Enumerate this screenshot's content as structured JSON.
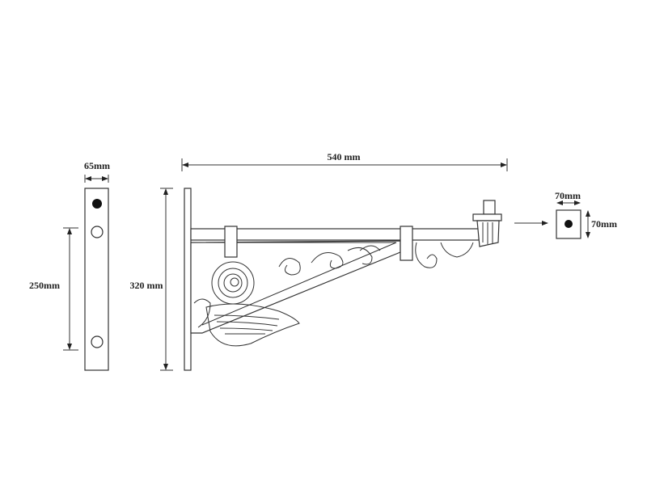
{
  "title": "Wall bracket dimension drawing",
  "dimensions": {
    "plate_width": "65mm",
    "hole_spacing": "250mm",
    "bracket_height": "320 mm",
    "bracket_length": "540 mm",
    "fitting_width": "70mm",
    "fitting_height": "70mm"
  },
  "colors": {
    "line": "#333333",
    "background": "#ffffff"
  }
}
